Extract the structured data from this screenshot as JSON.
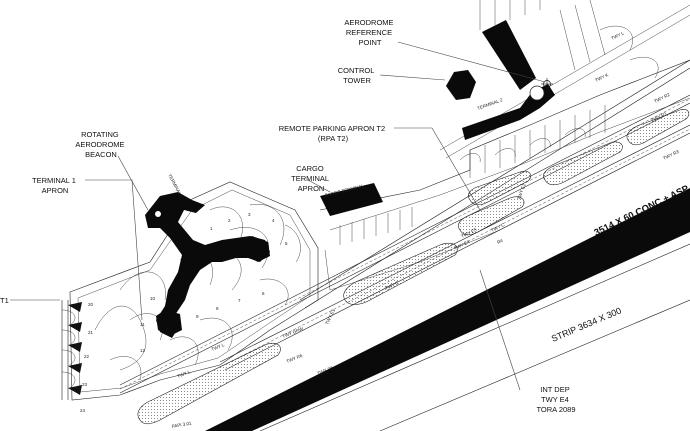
{
  "labels": {
    "aerodrome_reference_point": [
      "AERODROME",
      "REFERENCE",
      "POINT"
    ],
    "control_tower": [
      "CONTROL",
      "TOWER"
    ],
    "remote_parking_apron": [
      "REMOTE PARKING APRON T2",
      "(RPA T2)"
    ],
    "cargo_terminal_apron": [
      "CARGO",
      "TERMINAL",
      "APRON"
    ],
    "rotating_beacon": [
      "ROTATING",
      "AERODROME",
      "BEACON"
    ],
    "terminal1_apron": [
      "TERMINAL 1",
      "APRON"
    ],
    "t1_edge": "T1",
    "int_dep": [
      "INT DEP",
      "TWY E4",
      "TORA 2089"
    ]
  },
  "runway_label": "3514 X 60 CONC + ASP",
  "strip_label": "STRIP 3634 X 300",
  "building_labels": {
    "terminal1": "TERMINAL 1",
    "terminal2": "TERMINAL 2",
    "cargo_terminal": "CARGO TERMINAL"
  },
  "taxiway_labels": [
    "TWY L",
    "TWY L",
    "TWY R5",
    "TWY R6",
    "TWY GRW",
    "TWY E1",
    "TWY C",
    "TWY C",
    "TWY E4",
    "TWY E5",
    "R4",
    "TWY R3",
    "TWY R2",
    "TWY K",
    "TWY L",
    "TWY E1",
    "TWY R1",
    "PAPI 3.01"
  ],
  "stand_numbers": [
    "20",
    "21",
    "22",
    "23",
    "24",
    "1",
    "2",
    "3",
    "4",
    "5",
    "6",
    "7",
    "8",
    "9",
    "10",
    "11",
    "12"
  ]
}
